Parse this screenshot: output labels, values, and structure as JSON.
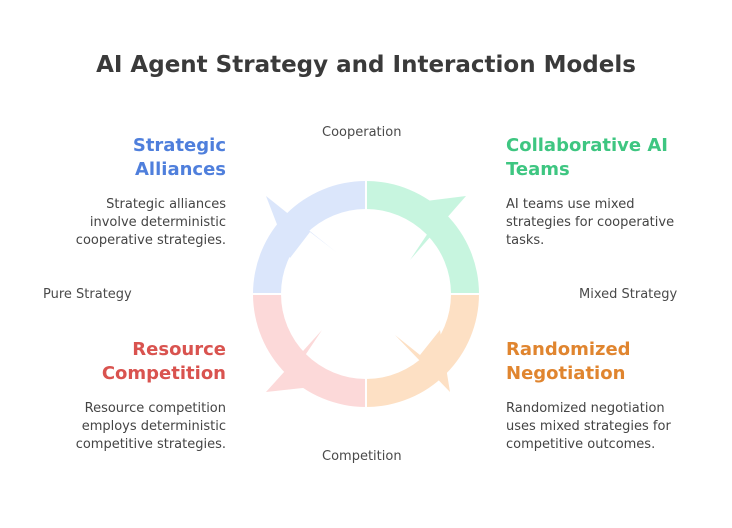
{
  "title": "AI Agent Strategy and Interaction Models",
  "axes": {
    "top": "Cooperation",
    "bottom": "Competition",
    "left": "Pure Strategy",
    "right": "Mixed Strategy"
  },
  "quadrants": {
    "top_left": {
      "heading_line1": "Strategic",
      "heading_line2": "Alliances",
      "desc_line1": "Strategic alliances",
      "desc_line2": "involve deterministic",
      "desc_line3": "cooperative strategies.",
      "color": "#4f7fdc",
      "fill": "#dbe6fb"
    },
    "top_right": {
      "heading_line1": "Collaborative AI",
      "heading_line2": "Teams",
      "desc_line1": "AI teams use mixed",
      "desc_line2": "strategies for cooperative",
      "desc_line3": "tasks.",
      "color": "#3ec681",
      "fill": "#c7f5df"
    },
    "bottom_left": {
      "heading_line1": "Resource",
      "heading_line2": "Competition",
      "desc_line1": "Resource competition",
      "desc_line2": "employs deterministic",
      "desc_line3": "competitive strategies.",
      "color": "#d9534f",
      "fill": "#fcd9d9"
    },
    "bottom_right": {
      "heading_line1": "Randomized",
      "heading_line2": "Negotiation",
      "desc_line1": "Randomized negotiation",
      "desc_line2": "uses mixed strategies for",
      "desc_line3": "competitive outcomes.",
      "color": "#e0852f",
      "fill": "#fde0c4"
    }
  }
}
